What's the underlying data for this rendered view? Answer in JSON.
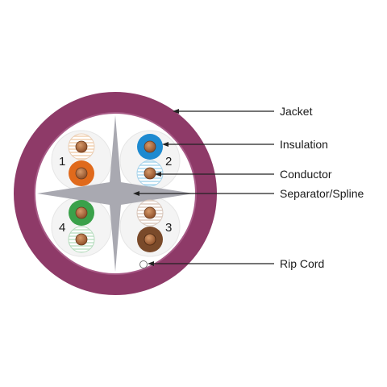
{
  "diagram": {
    "labels": {
      "jacket": "Jacket",
      "insulation": "Insulation",
      "conductor": "Conductor",
      "separator": "Separator/Spline",
      "rip_cord": "Rip Cord"
    },
    "pair_numbers": [
      "1",
      "2",
      "3",
      "4"
    ],
    "colors": {
      "jacket": "#8e3a68",
      "jacket_inner": "#a75a86",
      "core": "#ffffff",
      "spline": "#a9a9b1",
      "copper": "#b06a3c",
      "copper_dark": "#6b3a1c",
      "orange": "#e06a1c",
      "orange_stripe": "#f5dcc4",
      "blue": "#1e8ad0",
      "blue_stripe": "#bfe1f2",
      "green": "#3aa14a",
      "green_stripe": "#cfe9d5",
      "brown": "#7a4a2a",
      "brown_stripe": "#e6d8cf"
    }
  }
}
